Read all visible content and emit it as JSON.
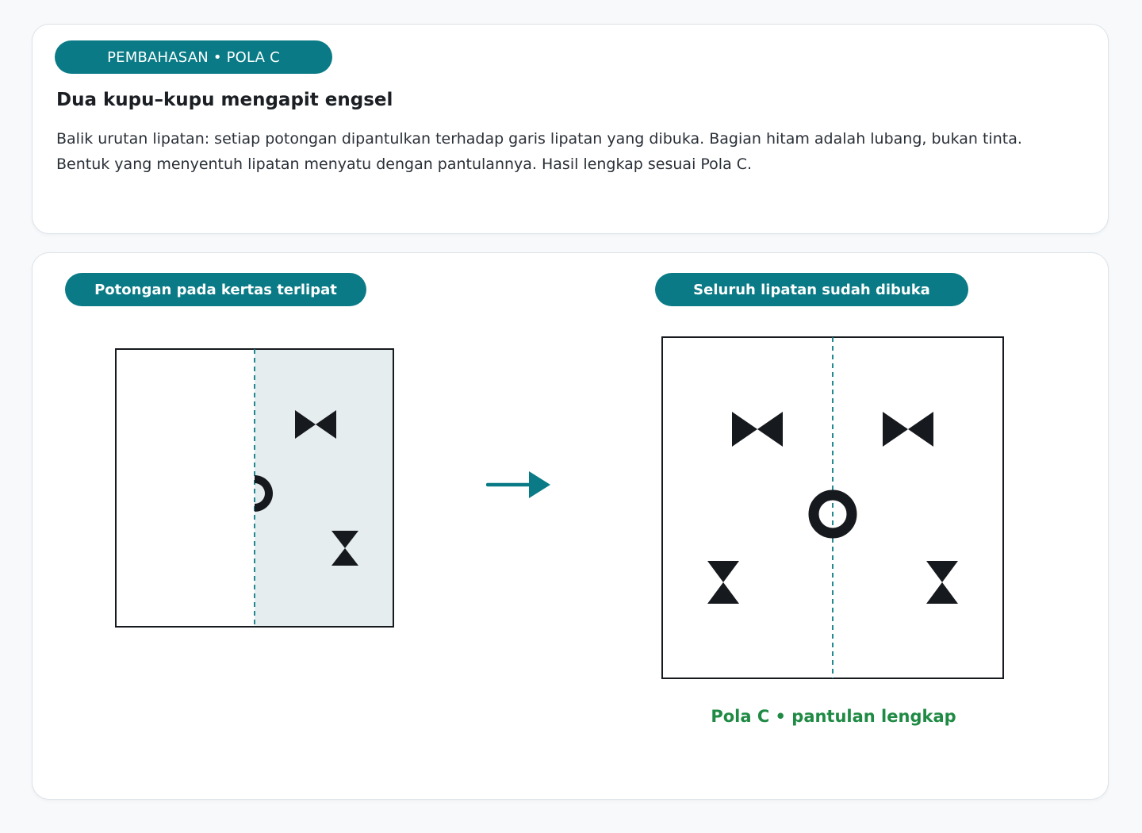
{
  "header": {
    "badge": "PEMBAHASAN • POLA C",
    "title": "Dua kupu–kupu mengapit engsel",
    "description": "Balik urutan lipatan: setiap potongan dipantulkan terhadap garis lipatan yang dibuka. Bagian hitam adalah lubang, bukan tinta. Bentuk yang menyentuh lipatan menyatu dengan pantulannya. Hasil lengkap sesuai Pola C."
  },
  "diagram": {
    "left_label": "Potongan pada kertas terlipat",
    "right_label": "Seluruh lipatan sudah dibuka",
    "result_caption": "Pola C • pantulan lengkap",
    "arrow_icon": "arrow-right-icon"
  },
  "colors": {
    "accent": "#0a7b86",
    "hole": "#16191d",
    "folded_region": "#e6edee",
    "result_text": "#1f8a44",
    "card_border": "#dde3e8",
    "background": "#f7f9fb"
  }
}
